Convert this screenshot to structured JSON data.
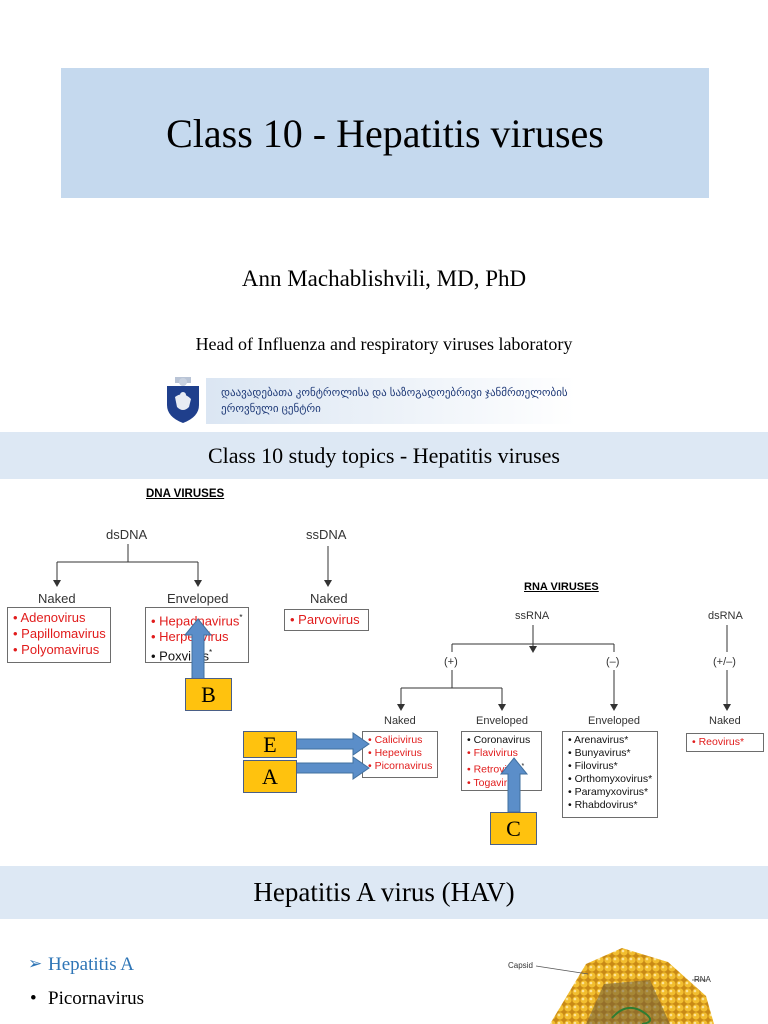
{
  "title": "Class 10 - Hepatitis viruses",
  "author": "Ann Machablishvili, MD, PhD",
  "affiliation": "Head of Influenza and respiratory viruses laboratory",
  "logo": {
    "line1": "დაავადებათა კონტროლისა და საზოგადოებრივი ჯანმრთელობის",
    "line2": "ეროვნული ცენტრი"
  },
  "section_study_topics": "Class 10 study topics - Hepatitis viruses",
  "dna": {
    "heading": "DNA VIRUSES",
    "dsdna": "dsDNA",
    "ssdna": "ssDNA",
    "naked": "Naked",
    "enveloped": "Enveloped",
    "ss_naked": "Naked",
    "naked_list": [
      "• Adenovirus",
      "• Papillomavirus",
      "• Polyomavirus"
    ],
    "enveloped_list": [
      "• Hepadnavirus",
      "• Herpesvirus",
      "• Poxvirus"
    ],
    "enveloped_marks": [
      "*",
      "",
      "*"
    ],
    "ss_list": [
      "• Parvovirus"
    ]
  },
  "rna": {
    "heading": "RNA VIRUSES",
    "ssrna": "ssRNA",
    "dsrna": "dsRNA",
    "plus": "(+)",
    "minus": "(–)",
    "plusminus": "(+/–)",
    "naked": "Naked",
    "enveloped_plus": "Enveloped",
    "enveloped_minus": "Enveloped",
    "ds_naked": "Naked",
    "naked_list": [
      "• Calicivirus",
      "• Hepevirus",
      "• Picornavirus"
    ],
    "enveloped_plus_list": [
      "• Coronavirus",
      "• Flavivirus",
      "• Retrovirus",
      "• Togavirus"
    ],
    "enveloped_plus_marks": [
      "",
      "",
      "*",
      ""
    ],
    "enveloped_minus_list": [
      "• Arenavirus*",
      "• Bunyavirus*",
      "• Filovirus*",
      "• Orthomyxovirus*",
      "• Paramyxovirus*",
      "• Rhabdovirus*"
    ],
    "ds_list": [
      "• Reovirus*"
    ]
  },
  "markers": {
    "b": "B",
    "e": "E",
    "a": "A",
    "c": "C"
  },
  "section_hav": "Hepatitis A virus (HAV)",
  "bullets": {
    "mark1": "➢",
    "item1": "Hepatitis A",
    "mark2": "•",
    "item2": "Picornavirus"
  },
  "figure": {
    "capsid": "Capsid",
    "rna": "RNA"
  },
  "colors": {
    "title_band": "#c5d9ee",
    "section_band": "#dde8f4",
    "marker": "#ffc20e",
    "arrow": "#5b8ec9",
    "red_text": "#e11c1c",
    "bullet_blue": "#2e75b6"
  }
}
